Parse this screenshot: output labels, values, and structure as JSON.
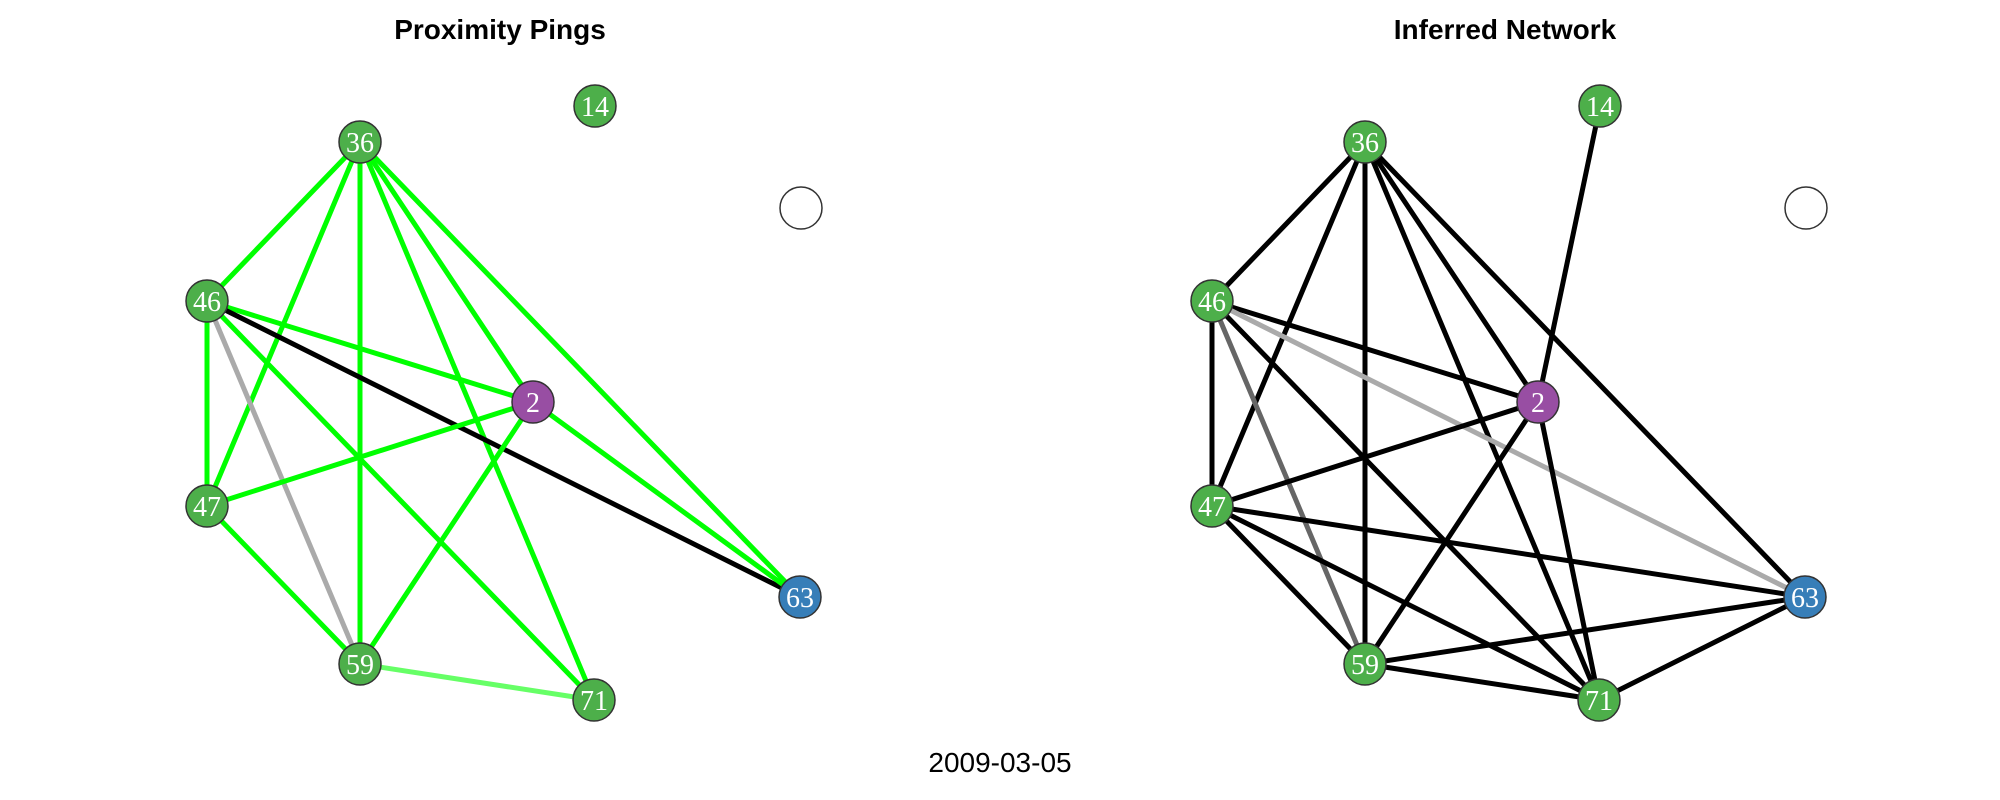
{
  "footer": {
    "date": "2009-03-05"
  },
  "colors": {
    "node_green": "#4daf4a",
    "node_purple": "#984ea3",
    "node_blue": "#377eb8",
    "node_empty": "#ffffff",
    "node_border": "#333333",
    "edge_green": "#00ff00",
    "edge_lightgreen": "#66ff66",
    "edge_black": "#000000",
    "edge_grey": "#aaaaaa",
    "edge_darkgrey": "#666666"
  },
  "panels": [
    {
      "id": "proximity",
      "title": "Proximity Pings",
      "nodes": [
        {
          "id": "14",
          "label": "14",
          "color": "green"
        },
        {
          "id": "blank",
          "label": "",
          "color": "empty"
        },
        {
          "id": "36",
          "label": "36",
          "color": "green"
        },
        {
          "id": "46",
          "label": "46",
          "color": "green"
        },
        {
          "id": "2",
          "label": "2",
          "color": "purple"
        },
        {
          "id": "47",
          "label": "47",
          "color": "green"
        },
        {
          "id": "63",
          "label": "63",
          "color": "blue"
        },
        {
          "id": "59",
          "label": "59",
          "color": "green"
        },
        {
          "id": "71",
          "label": "71",
          "color": "green"
        }
      ],
      "edges": [
        {
          "from": "36",
          "to": "46",
          "color": "green"
        },
        {
          "from": "36",
          "to": "47",
          "color": "green"
        },
        {
          "from": "36",
          "to": "59",
          "color": "green"
        },
        {
          "from": "36",
          "to": "2",
          "color": "green"
        },
        {
          "from": "36",
          "to": "71",
          "color": "green"
        },
        {
          "from": "36",
          "to": "63",
          "color": "green"
        },
        {
          "from": "46",
          "to": "47",
          "color": "green"
        },
        {
          "from": "46",
          "to": "2",
          "color": "green"
        },
        {
          "from": "46",
          "to": "71",
          "color": "green"
        },
        {
          "from": "46",
          "to": "59",
          "color": "grey"
        },
        {
          "from": "46",
          "to": "63",
          "color": "black"
        },
        {
          "from": "47",
          "to": "2",
          "color": "green"
        },
        {
          "from": "47",
          "to": "59",
          "color": "green"
        },
        {
          "from": "2",
          "to": "59",
          "color": "green"
        },
        {
          "from": "2",
          "to": "63",
          "color": "green"
        },
        {
          "from": "59",
          "to": "71",
          "color": "lightgreen"
        }
      ]
    },
    {
      "id": "inferred",
      "title": "Inferred Network",
      "nodes": [
        {
          "id": "14",
          "label": "14",
          "color": "green"
        },
        {
          "id": "blank",
          "label": "",
          "color": "empty"
        },
        {
          "id": "36",
          "label": "36",
          "color": "green"
        },
        {
          "id": "46",
          "label": "46",
          "color": "green"
        },
        {
          "id": "2",
          "label": "2",
          "color": "purple"
        },
        {
          "id": "47",
          "label": "47",
          "color": "green"
        },
        {
          "id": "63",
          "label": "63",
          "color": "blue"
        },
        {
          "id": "59",
          "label": "59",
          "color": "green"
        },
        {
          "id": "71",
          "label": "71",
          "color": "green"
        }
      ],
      "edges": [
        {
          "from": "14",
          "to": "2",
          "color": "black"
        },
        {
          "from": "36",
          "to": "46",
          "color": "black"
        },
        {
          "from": "36",
          "to": "47",
          "color": "black"
        },
        {
          "from": "36",
          "to": "59",
          "color": "black"
        },
        {
          "from": "36",
          "to": "2",
          "color": "black"
        },
        {
          "from": "36",
          "to": "71",
          "color": "black"
        },
        {
          "from": "36",
          "to": "63",
          "color": "black"
        },
        {
          "from": "46",
          "to": "47",
          "color": "black"
        },
        {
          "from": "46",
          "to": "2",
          "color": "black"
        },
        {
          "from": "46",
          "to": "71",
          "color": "black"
        },
        {
          "from": "46",
          "to": "59",
          "color": "darkgrey"
        },
        {
          "from": "46",
          "to": "63",
          "color": "grey"
        },
        {
          "from": "47",
          "to": "2",
          "color": "black"
        },
        {
          "from": "47",
          "to": "59",
          "color": "black"
        },
        {
          "from": "47",
          "to": "71",
          "color": "black"
        },
        {
          "from": "47",
          "to": "63",
          "color": "black"
        },
        {
          "from": "2",
          "to": "59",
          "color": "black"
        },
        {
          "from": "2",
          "to": "71",
          "color": "black"
        },
        {
          "from": "59",
          "to": "71",
          "color": "black"
        },
        {
          "from": "59",
          "to": "63",
          "color": "black"
        },
        {
          "from": "71",
          "to": "63",
          "color": "black"
        }
      ]
    }
  ]
}
